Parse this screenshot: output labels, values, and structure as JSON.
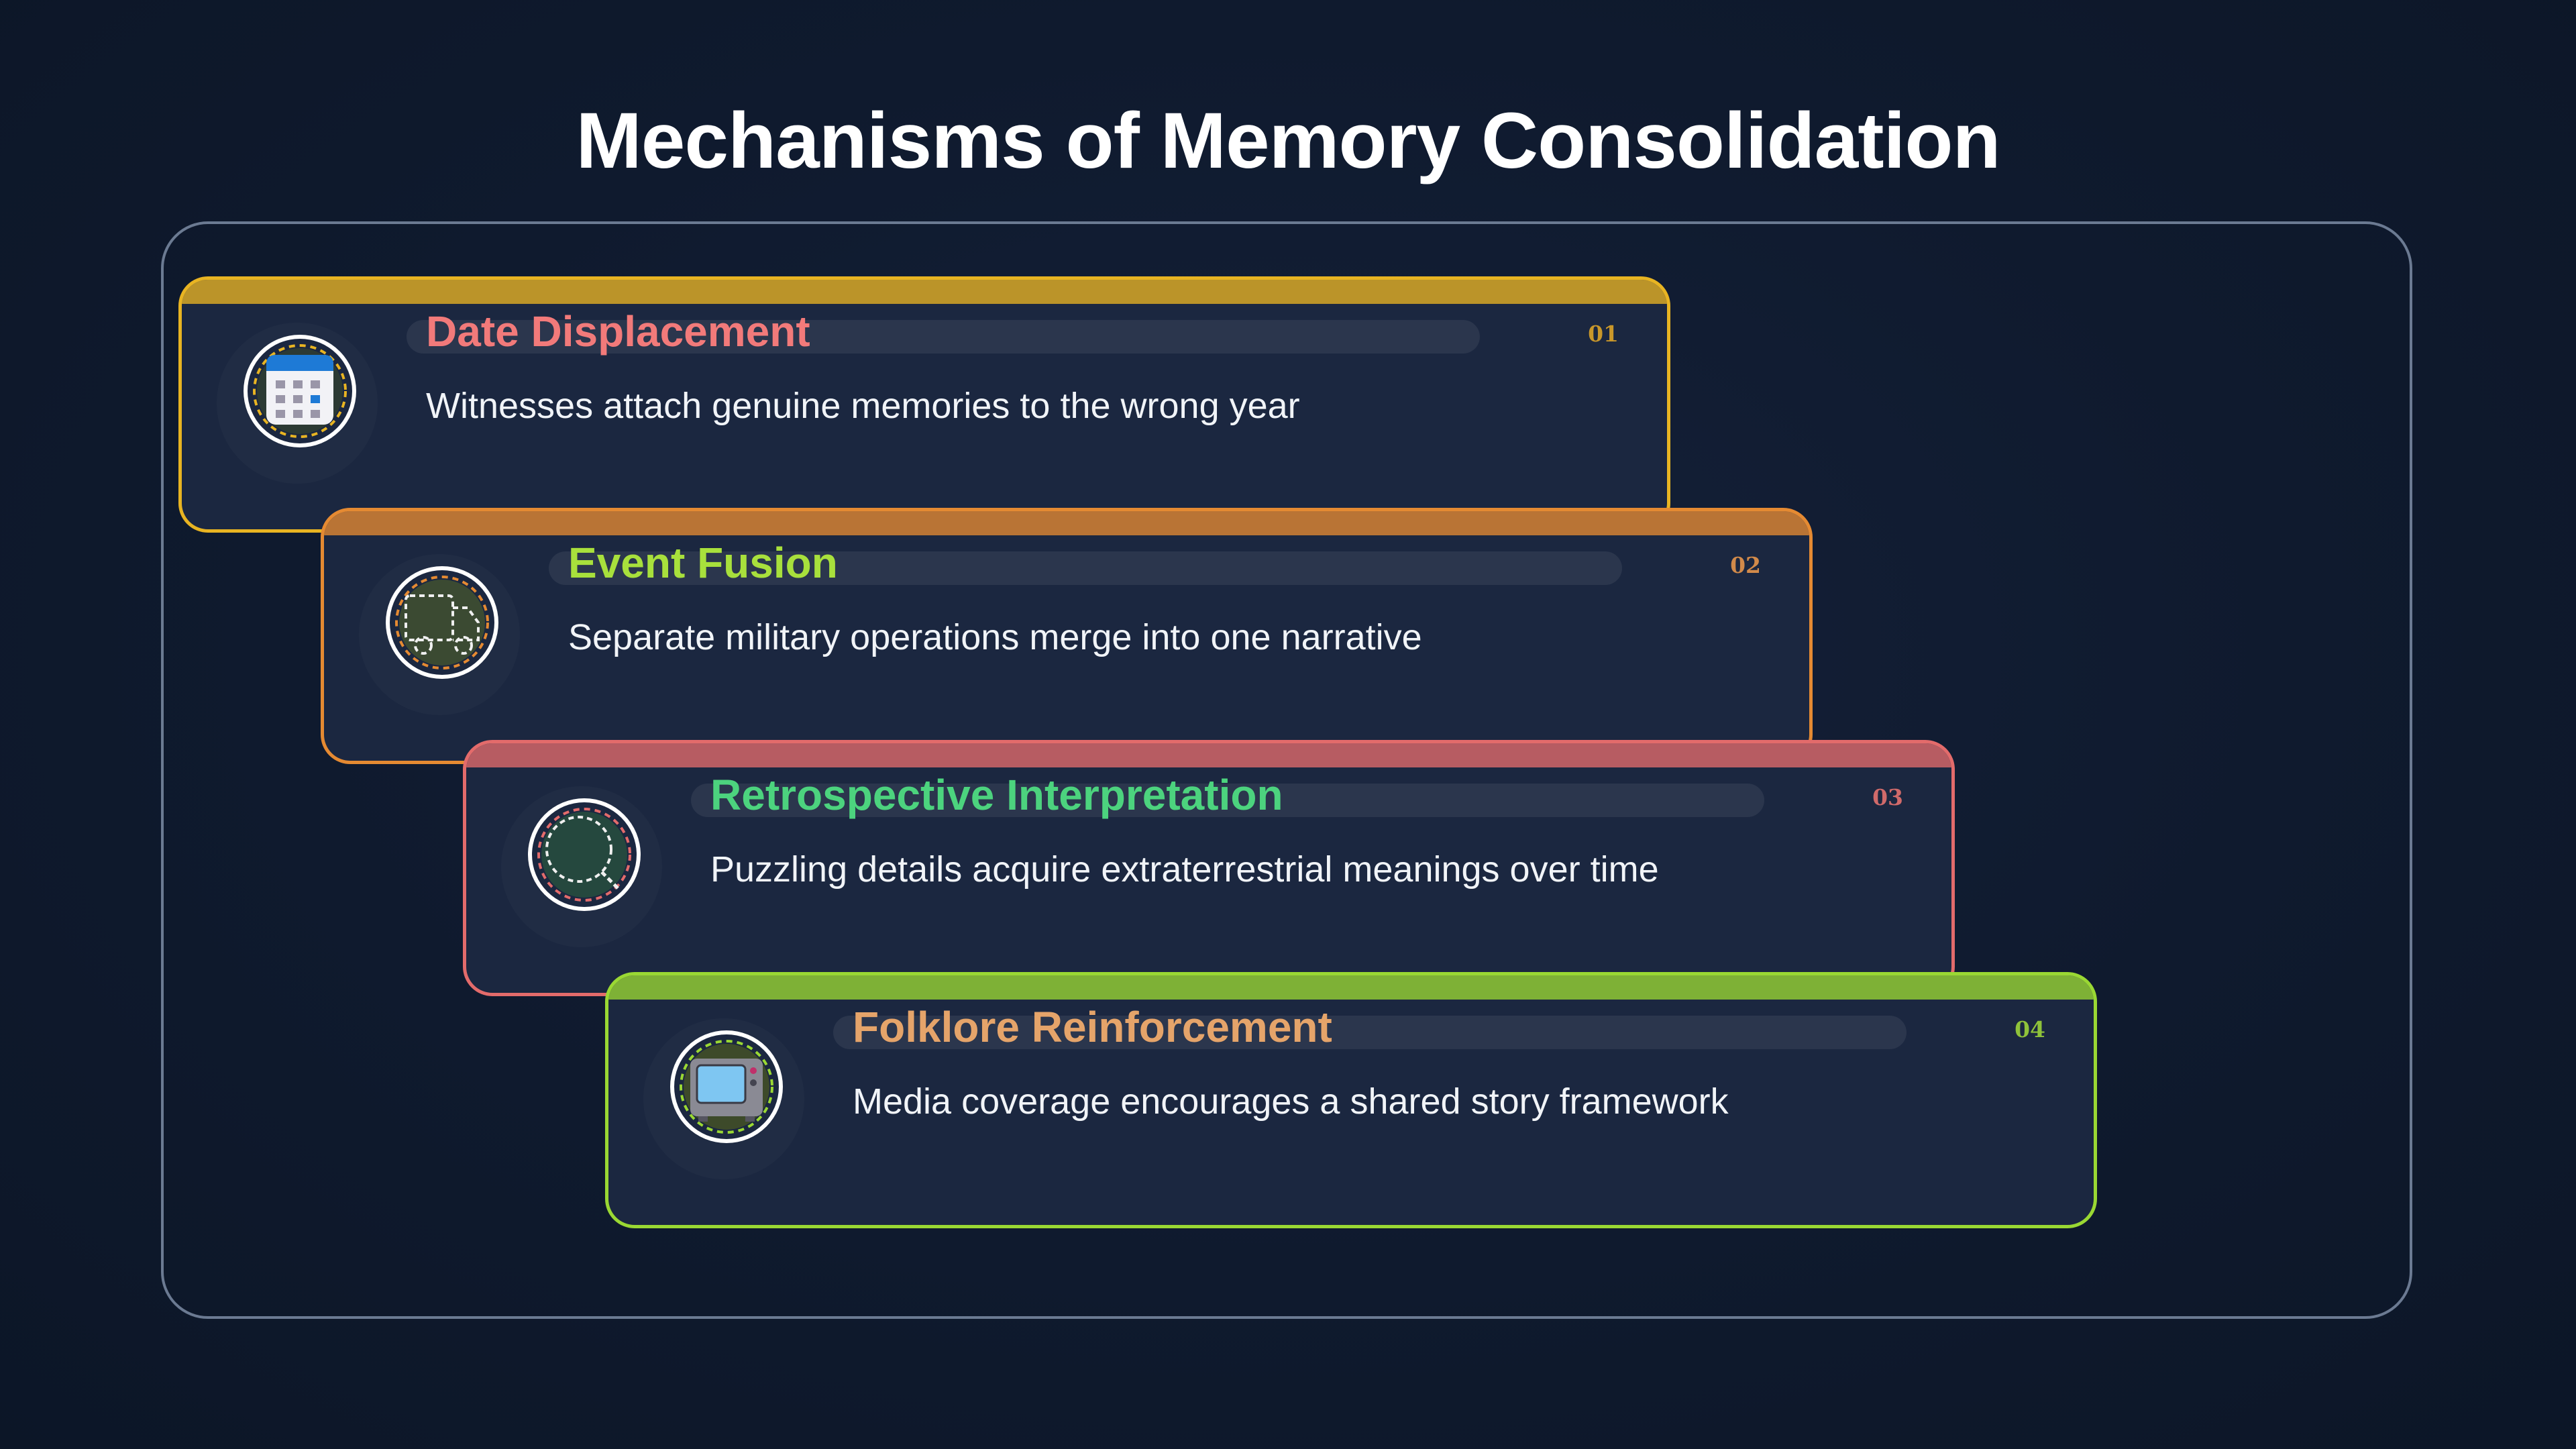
{
  "title": "Mechanisms of Memory Consolidation",
  "colors": {
    "background": "#0f1a2e",
    "card_fill": "#1b2740",
    "frame_border": "#6b7a92"
  },
  "cards": [
    {
      "number": "01",
      "title": "Date Displacement",
      "description": "Witnesses attach genuine memories to the wrong year",
      "icon": "calendar-icon",
      "border_color": "#e8b422",
      "title_color": "#f27a7a",
      "number_color": "#c9972a"
    },
    {
      "number": "02",
      "title": "Event Fusion",
      "description": "Separate military operations merge into one narrative",
      "icon": "truck-icon",
      "border_color": "#e58a32",
      "title_color": "#a8e03c",
      "number_color": "#d28a4a"
    },
    {
      "number": "03",
      "title": "Retrospective Interpretation",
      "description": "Puzzling details acquire extraterrestrial meanings over time",
      "icon": "magnifier-icon",
      "border_color": "#e36b6b",
      "title_color": "#4cd37e",
      "number_color": "#d06a6a"
    },
    {
      "number": "04",
      "title": "Folklore Reinforcement",
      "description": "Media coverage encourages a shared story framework",
      "icon": "television-icon",
      "border_color": "#9ad833",
      "title_color": "#e5a46a",
      "number_color": "#8fc23a"
    }
  ]
}
